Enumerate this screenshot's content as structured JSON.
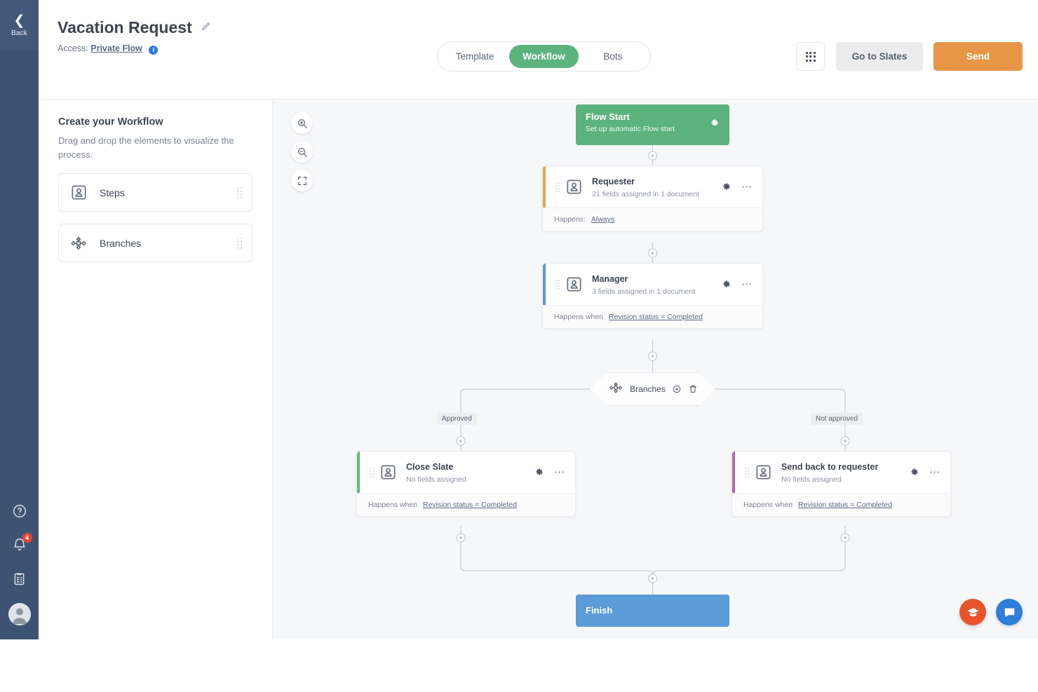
{
  "rail": {
    "back_label": "Back",
    "back_icon": "chevron-left-icon",
    "items": [
      {
        "icon": "help-circle-icon",
        "name": "help"
      },
      {
        "icon": "bell-icon",
        "name": "notifications",
        "badge": "4"
      },
      {
        "icon": "clipboard-icon",
        "name": "tasks"
      },
      {
        "icon": "avatar-icon",
        "name": "account"
      }
    ]
  },
  "header": {
    "title": "Vacation Request",
    "edit_icon": "pencil-icon",
    "access_label": "Access:",
    "access_value": "Private Flow",
    "info_icon": "info-icon",
    "info_glyph": "i",
    "tabs": [
      {
        "label": "Template",
        "active": false
      },
      {
        "label": "Workflow",
        "active": true
      },
      {
        "label": "Bots",
        "active": false
      }
    ],
    "grid_icon": "grid-apps-icon",
    "slates_label": "Go to Slates",
    "send_label": "Send",
    "accent_send": "#e79647",
    "accent_active_tab": "#5cb37d"
  },
  "panel": {
    "title": "Create your Workflow",
    "subtitle": "Drag and drop the elements to visualize the process.",
    "cards": [
      {
        "label": "Steps",
        "icon": "user-box-icon",
        "handle": "drag-handle-icon"
      },
      {
        "label": "Branches",
        "icon": "branches-icon",
        "handle": "drag-handle-icon"
      }
    ]
  },
  "canvas": {
    "zoom_tools": [
      {
        "name": "zoom-in",
        "icon": "zoom-in-icon"
      },
      {
        "name": "zoom-out",
        "icon": "zoom-out-icon"
      },
      {
        "name": "fit-screen",
        "icon": "fit-screen-icon"
      }
    ],
    "flow_start": {
      "title": "Flow Start",
      "subtitle": "Set up automatic Flow start",
      "gear_icon": "gear-icon",
      "color": "#5cb37d"
    },
    "steps": [
      {
        "name": "Requester",
        "fields": "21 fields assigned in 1 document",
        "condition_label": "Happens:",
        "condition_value": "Always",
        "accent": "#eaa64b",
        "gear_icon": "gear-icon",
        "more_icon": "more-horizontal-icon"
      },
      {
        "name": "Manager",
        "fields": "3 fields assigned in 1 document",
        "condition_label": "Happens when",
        "condition_value": "Revision status = Completed",
        "accent": "#5b9bd8",
        "gear_icon": "gear-icon",
        "more_icon": "more-horizontal-icon"
      },
      {
        "name": "Close Slate",
        "fields": "No fields assigned",
        "condition_label": "Happens when",
        "condition_value": "Revision status = Completed",
        "accent": "#67b97f",
        "gear_icon": "gear-icon",
        "more_icon": "more-horizontal-icon"
      },
      {
        "name": "Send back to requester",
        "fields": "No fields assigned",
        "condition_label": "Happens when",
        "condition_value": "Revision status = Completed",
        "accent": "#b569a6",
        "gear_icon": "gear-icon",
        "more_icon": "more-horizontal-icon"
      }
    ],
    "branch_node": {
      "label": "Branches",
      "icon": "branches-icon",
      "settings_icon": "target-icon",
      "delete_icon": "trash-icon"
    },
    "branch_labels": [
      {
        "text": "Approved"
      },
      {
        "text": "Not approved"
      }
    ],
    "finish": {
      "title": "Finish",
      "color": "#5b9bd8"
    }
  },
  "fabs": [
    {
      "name": "learning",
      "icon": "graduation-cap-icon",
      "color": "#e8532c"
    },
    {
      "name": "chat",
      "icon": "chat-bubble-icon",
      "color": "#2f7ed8"
    }
  ]
}
